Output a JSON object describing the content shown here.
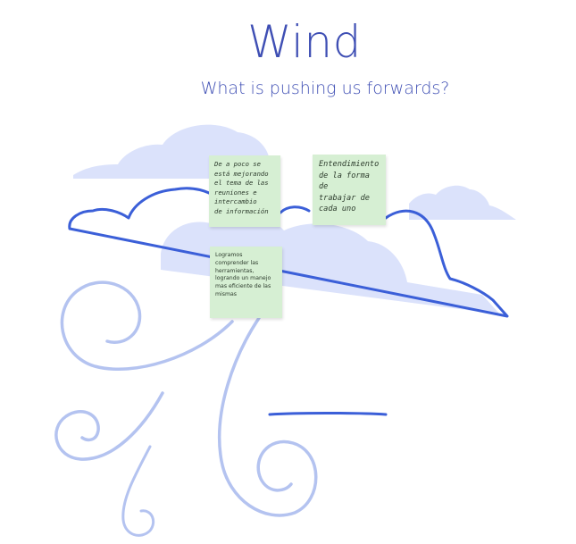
{
  "header": {
    "title": "Wind",
    "subtitle": "What is pushing us forwards?"
  },
  "sticky_notes": [
    {
      "text": "De a poco se\nestá mejorando\nel tema de las\nreuniones e\nintercambio\nde información"
    },
    {
      "text": "Entendimiento\nde la forma de\ntrabajar de\ncada uno"
    },
    {
      "text": "Logramos\ncomprender las\nherramientas,\nlogrando un manejo\nmas eficiente de las\nmismas"
    }
  ],
  "colors": {
    "title": "#3f4fb4",
    "cloud_fill": "#dbe2fb",
    "cloud_outline": "#3b5fd8",
    "swirl": "#b4c3f0",
    "sticky": "#d6efd3"
  }
}
